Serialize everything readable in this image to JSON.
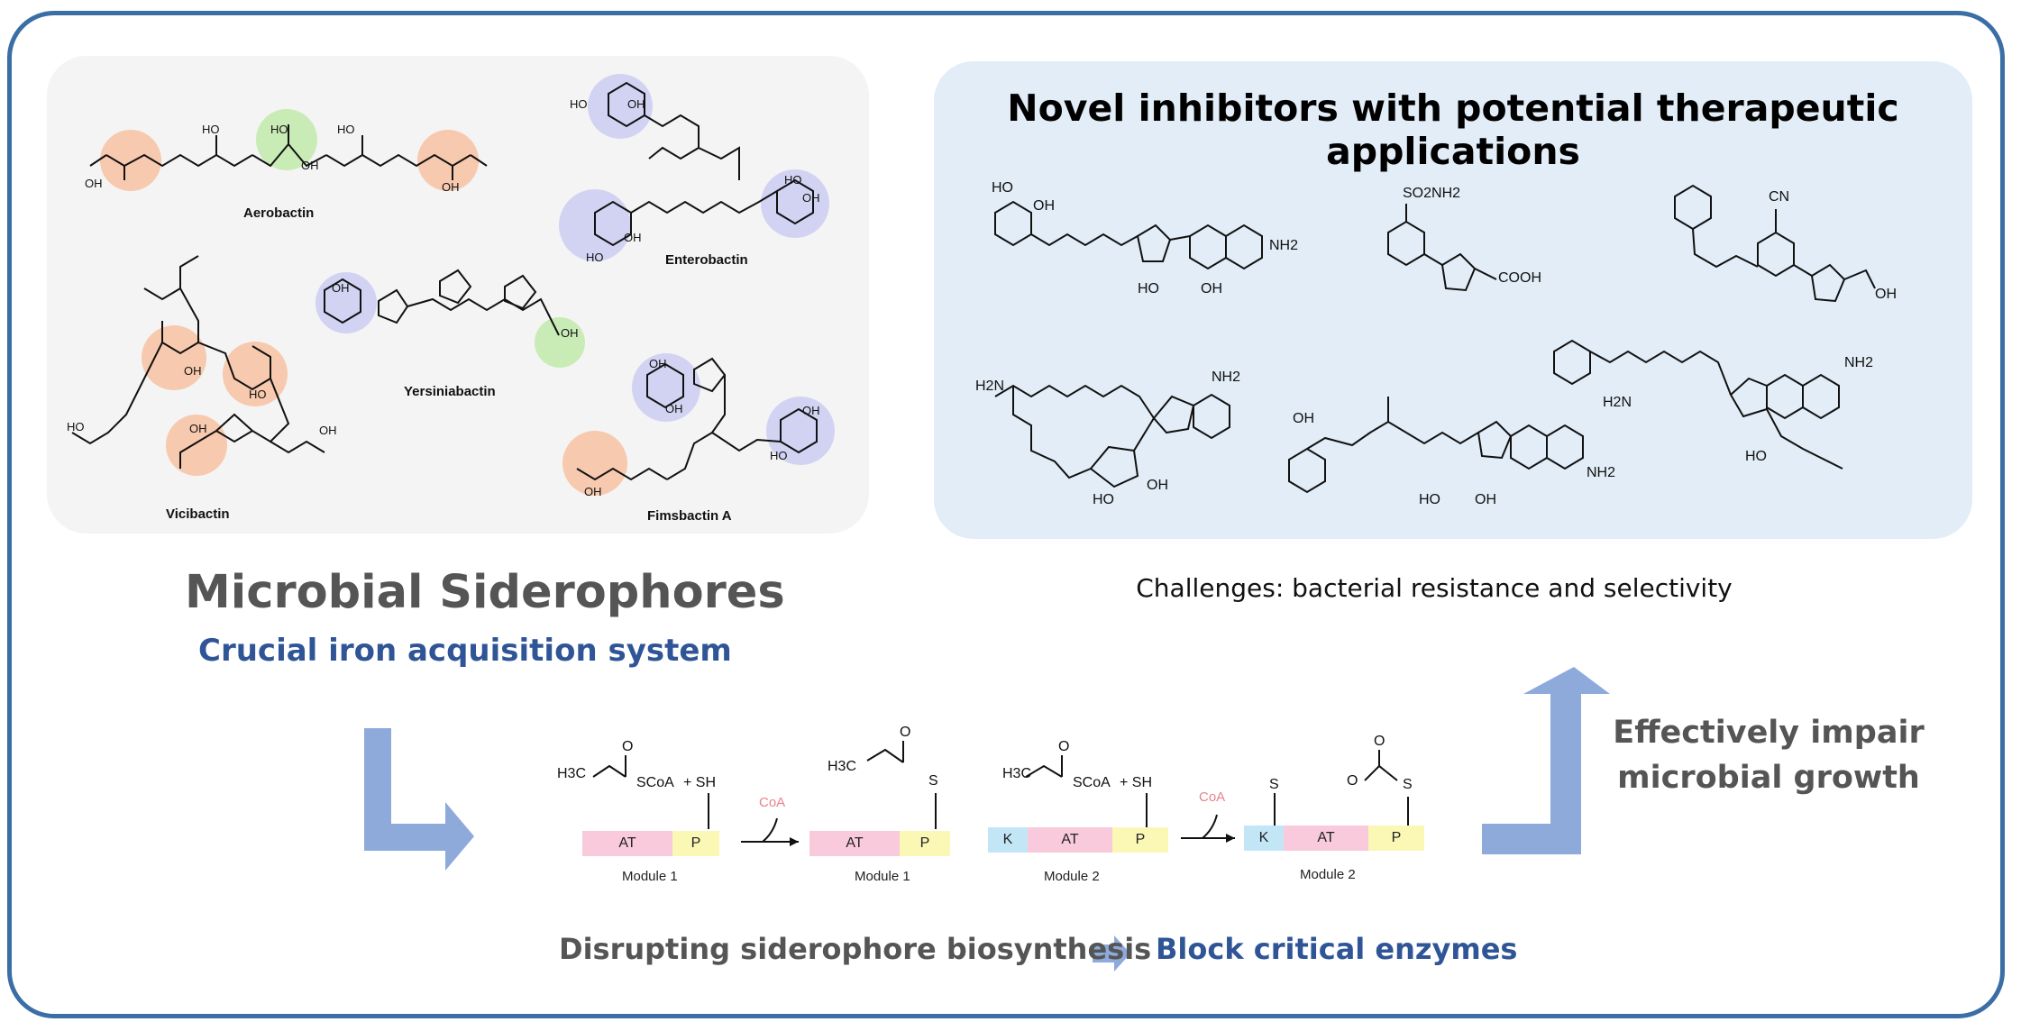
{
  "figure": {
    "panel_title": "Novel inhibitors with potential therapeutic applications",
    "main_title": "Microbial Siderophores",
    "subtitle": "Crucial iron acquisition system",
    "challenges": "Challenges: bacterial resistance and selectivity",
    "effect_line1": "Effectively impair",
    "effect_line2": "microbial growth",
    "bottom_left": "Disrupting siderophore biosynthesis",
    "bottom_right": "Block critical enzymes"
  },
  "siderophores": [
    "Aerobactin",
    "Enterobactin",
    "Vicibactin",
    "Yersiniabactin",
    "Fimsbactin A"
  ],
  "inhibitor_labels": [
    "SO2NH2",
    "COOH",
    "CN",
    "OH",
    "NH2",
    "H2N",
    "HO"
  ],
  "pathway": {
    "reagent": "H3C",
    "thioester": "SCoA",
    "plus_sh": "+ SH",
    "thiol": "S",
    "byproduct": "CoA",
    "domains": {
      "at": "AT",
      "p": "P",
      "k": "K"
    },
    "modules": [
      "Module 1",
      "Module 1",
      "Module 2",
      "Module 2"
    ],
    "carboxy": "O",
    "carboxy_top": "O"
  },
  "colors": {
    "frame": "#3a6ea5",
    "panel_left": "#f4f4f4",
    "panel_right": "#e2edf7",
    "highlight_orange": "#f7c9ae",
    "highlight_green": "#c9ecb7",
    "highlight_purple": "#d2d3f3",
    "arrow": "#8eaadb",
    "accent_blue": "#2f5597",
    "gray_text": "#555555"
  }
}
